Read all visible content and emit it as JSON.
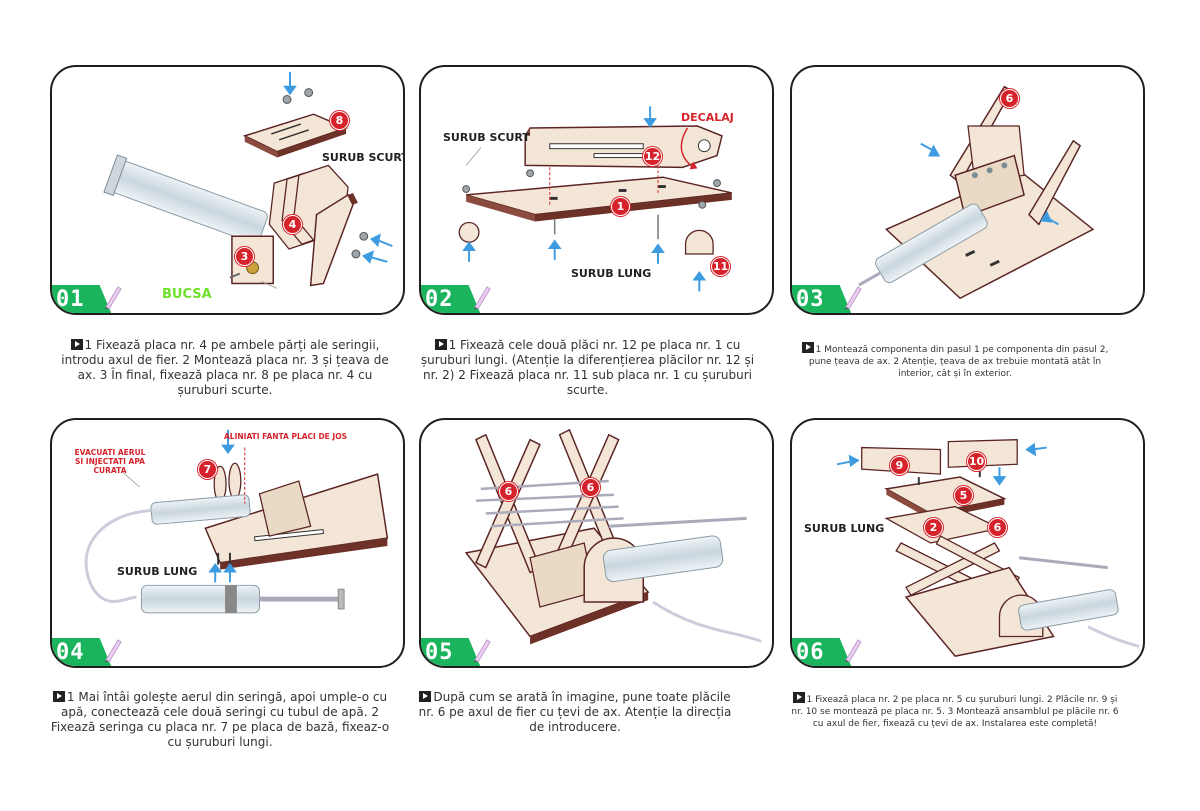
{
  "steps": [
    {
      "num": "01",
      "labels": [
        "SURUB SCURT",
        "BUCSA"
      ],
      "badges": [
        "8",
        "4",
        "3"
      ],
      "caption": "1 Fixează placa nr. 4 pe ambele părți ale seringii, introdu axul de fier. 2 Montează placa nr. 3 și țeava de ax. 3 În final, fixează placa nr. 8 pe placa nr. 4 cu șuruburi scurte."
    },
    {
      "num": "02",
      "labels": [
        "SURUB SCURT",
        "DECALAJ",
        "SURUB LUNG"
      ],
      "badges": [
        "12",
        "1",
        "11"
      ],
      "caption": "1 Fixează cele două plăci nr. 12 pe placa nr. 1 cu șuruburi lungi. (Atenție la diferențierea plăcilor nr. 12 și nr. 2) 2 Fixează placa nr. 11 sub placa nr. 1 cu șuruburi scurte."
    },
    {
      "num": "03",
      "labels": [],
      "badges": [
        "6"
      ],
      "caption": "1 Montează componenta din pasul 1 pe componenta din pasul 2, pune țeava de ax. 2 Atenție, țeava de ax trebuie montată atât în interior, cât și în exterior."
    },
    {
      "num": "04",
      "labels": [
        "EVACUATI AERUL SI INJECTATI APA CURATA",
        "ALINIATI FANTA PLACI DE JOS",
        "SURUB LUNG"
      ],
      "badges": [
        "7"
      ],
      "caption": "1 Mai întâi golește aerul din seringă, apoi umple-o cu apă, conectează cele două seringi cu tubul de apă. 2 Fixează seringa cu placa nr. 7 pe placa de bază, fixeaz-o cu șuruburi lungi."
    },
    {
      "num": "05",
      "labels": [],
      "badges": [
        "6",
        "6"
      ],
      "caption": "După cum se arată în imagine, pune toate plăcile nr. 6 pe axul de fier cu țevi de ax. Atenție la direcția de introducere."
    },
    {
      "num": "06",
      "labels": [
        "SURUB LUNG"
      ],
      "badges": [
        "9",
        "10",
        "5",
        "2",
        "6"
      ],
      "caption": "1 Fixează placa nr. 2 pe placa nr. 5 cu șuruburi lungi. 2 Plăcile nr. 9 și nr. 10 se montează pe placa nr. 5. 3 Montează ansamblul pe plăcile nr. 6 cu axul de fier, fixează cu țevi de ax. Instalarea este completă!"
    }
  ],
  "colors": {
    "accent_green": "#19b45c",
    "badge_red": "#d6232b",
    "wood": "#f3e6d6",
    "wood_edge": "#5a2424",
    "arrow_blue": "#3d9be0"
  }
}
